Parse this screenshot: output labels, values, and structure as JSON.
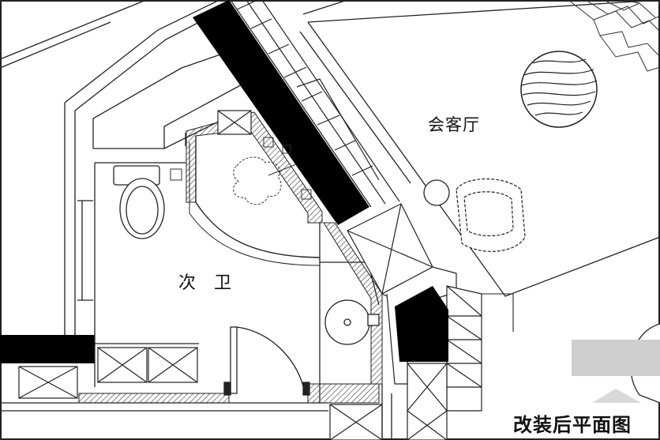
{
  "plan": {
    "rooms": {
      "guest_hall": "会客厅",
      "second_bathroom": "次 卫"
    },
    "caption": "改装后平面图"
  },
  "colors": {
    "line": "#222222",
    "solid_wall": "#000000",
    "hatch": "#555555",
    "caption_bg": "#ffffff"
  }
}
